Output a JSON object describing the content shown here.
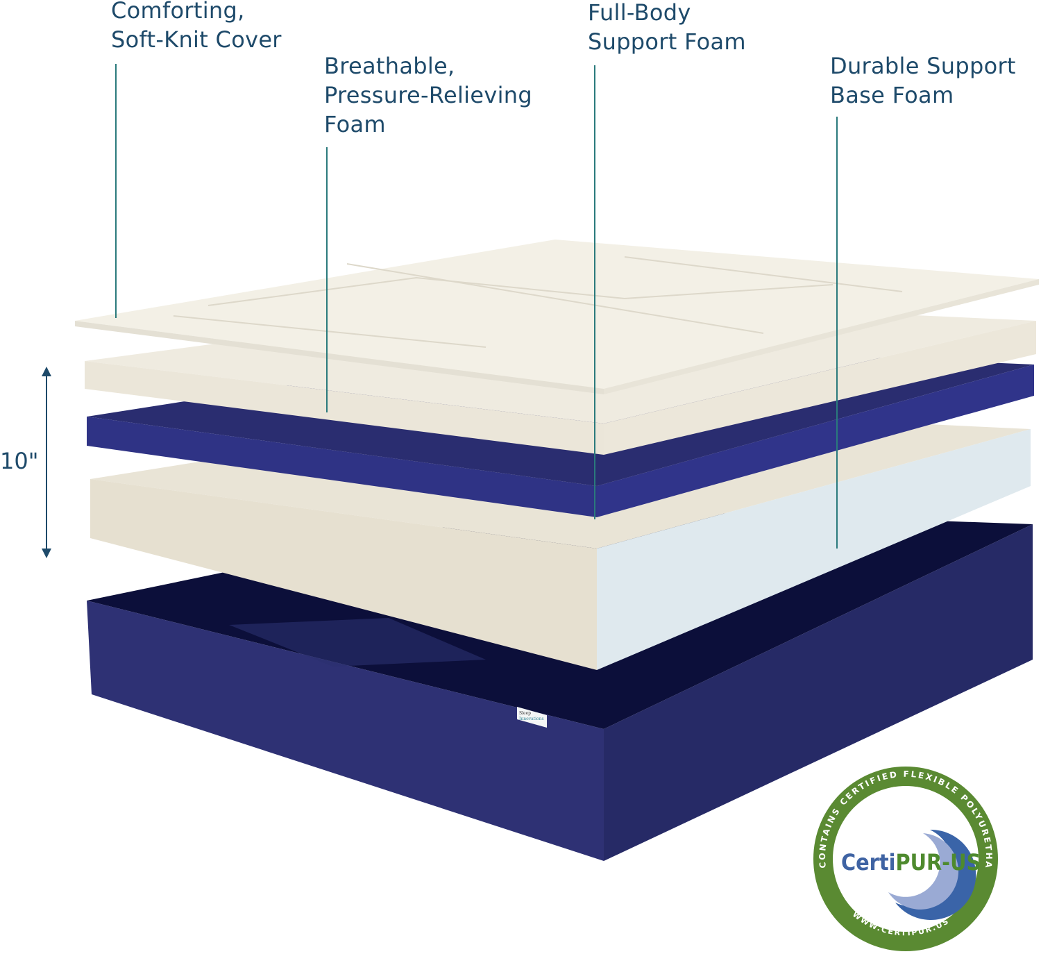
{
  "labels": {
    "cover": [
      "Comforting,",
      "Soft-Knit Cover"
    ],
    "comfort_foam": [
      "Breathable,",
      "Pressure-Relieving",
      "Foam"
    ],
    "support_foam": [
      "Full-Body",
      "Support Foam"
    ],
    "base_foam": [
      "Durable Support",
      "Base Foam"
    ]
  },
  "dimension": "10\"",
  "brand_tag": [
    "Sleep",
    "Innovations"
  ],
  "certification": {
    "name_part1": "Certi",
    "name_part2": "PUR-US",
    "ring_top": "CONTAINS CERTIFIED FLEXIBLE POLYURETHANE FOAM",
    "ring_bottom": "WWW.CERTIPUR.US"
  },
  "colors": {
    "label_text": "#1e4a6a",
    "leader_line": "#2a7a7c",
    "cream_foam": "#ece7da",
    "navy_foam": "#2c2f78",
    "seal_green": "#5a8a32",
    "seal_blue": "#3a64a8"
  }
}
